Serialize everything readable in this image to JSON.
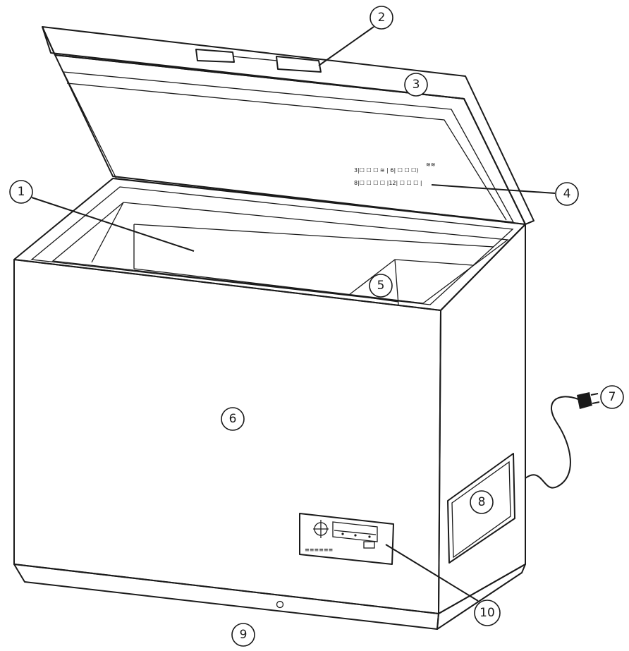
{
  "callouts": [
    {
      "id": "1",
      "label": "1"
    },
    {
      "id": "2",
      "label": "2"
    },
    {
      "id": "3",
      "label": "3"
    },
    {
      "id": "4",
      "label": "4"
    },
    {
      "id": "5",
      "label": "5"
    },
    {
      "id": "6",
      "label": "6"
    },
    {
      "id": "7",
      "label": "7"
    },
    {
      "id": "8",
      "label": "8"
    },
    {
      "id": "9",
      "label": "9"
    },
    {
      "id": "10",
      "label": "10"
    }
  ],
  "lid_symbols": {
    "row_top": "3|☐ ☐ ☐ ≋ | 6| ☐ ☐ ☐)",
    "row_bottom": "8|☐ ☐ ☐ ☐ |12| ☐ ☐ ☐ |",
    "corner": "≋≋"
  },
  "control_panel": {
    "brand": "≡≡≡≡≡≡"
  },
  "colors": {
    "line": "#1a1a1a",
    "fill": "#ffffff",
    "shade": "#f2f2f2"
  }
}
